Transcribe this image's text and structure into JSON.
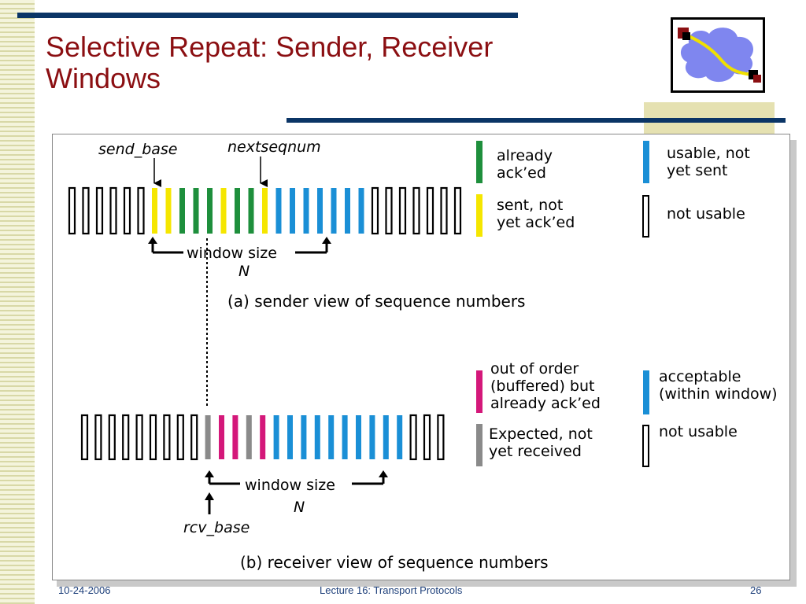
{
  "slide": {
    "title": "Selective Repeat: Sender, Receiver\nWindows",
    "footer": {
      "date": "10-24-2006",
      "course": "Lecture 16: Transport Protocols",
      "page": "26"
    }
  },
  "colors": {
    "title": "#8b0f12",
    "rule": "#0b3566",
    "green": "#1e8f3c",
    "yellow": "#f5e600",
    "blue": "#1a8fd6",
    "magenta": "#d4187a",
    "gray": "#8a8a8a"
  },
  "diagram": {
    "sender": {
      "send_base_label": "send_base",
      "nextseqnum_label": "nextseqnum",
      "window_label": "window size",
      "n_label": "N",
      "caption": "(a) sender view of sequence numbers",
      "slots": [
        "empty",
        "empty",
        "empty",
        "empty",
        "empty",
        "empty",
        "yellow",
        "yellow",
        "green",
        "green",
        "green",
        "yellow",
        "green",
        "green",
        "yellow",
        "blue",
        "blue",
        "blue",
        "blue",
        "blue",
        "blue",
        "blue",
        "empty",
        "empty",
        "empty",
        "empty",
        "empty",
        "empty",
        "empty"
      ],
      "legend": [
        {
          "color": "green",
          "text": "already\nack’ed"
        },
        {
          "color": "blue",
          "text": "usable, not\nyet sent"
        },
        {
          "color": "yellow",
          "text": "sent, not\nyet ack’ed"
        },
        {
          "color": "empty",
          "text": "not usable"
        }
      ]
    },
    "receiver": {
      "rcv_base_label": "rcv_base",
      "window_label": "window size",
      "n_label": "N",
      "caption": "(b) receiver view of sequence numbers",
      "slots": [
        "empty",
        "empty",
        "empty",
        "empty",
        "empty",
        "empty",
        "empty",
        "empty",
        "empty",
        "gray",
        "magenta",
        "magenta",
        "gray",
        "magenta",
        "blue",
        "blue",
        "blue",
        "blue",
        "blue",
        "blue",
        "blue",
        "blue",
        "blue",
        "blue",
        "empty",
        "empty",
        "empty"
      ],
      "legend": [
        {
          "color": "magenta",
          "text": "out of order\n(buffered) but\nalready ack’ed"
        },
        {
          "color": "blue",
          "text": "acceptable\n(within window)"
        },
        {
          "color": "gray",
          "text": "Expected,  not\nyet received"
        },
        {
          "color": "empty",
          "text": "not usable"
        }
      ]
    }
  }
}
